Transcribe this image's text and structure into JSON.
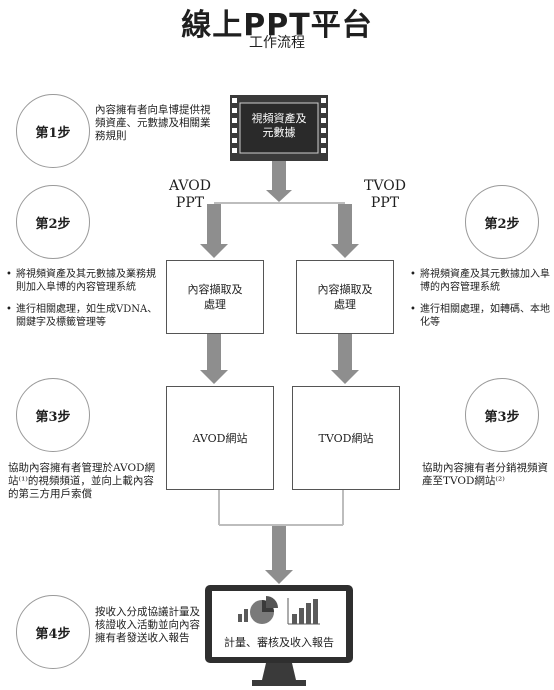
{
  "header": {
    "title": "線上PPT平台",
    "subtitle": "工作流程"
  },
  "source": {
    "label_line1": "視頻資產及",
    "label_line2": "元數據"
  },
  "columns": {
    "avod": {
      "line1": "AVOD",
      "line2": "PPT"
    },
    "tvod": {
      "line1": "TVOD",
      "line2": "PPT"
    }
  },
  "steps": {
    "step1": {
      "label": "第1步",
      "text": "內容擁有者向阜博提供視頻資產、元數據及相關業務規則"
    },
    "step2_left": {
      "label": "第2步",
      "bullets": [
        "將視頻資產及其元數據及業務規則加入阜博的內容管理系統",
        "進行相關處理，如生成VDNA、關鍵字及標籤管理等"
      ]
    },
    "step2_right": {
      "label": "第2步",
      "bullets": [
        "將視頻資產及其元數據加入阜博的內容管理系統",
        "進行相關處理，如轉碼、本地化等"
      ]
    },
    "step3_left": {
      "label": "第3步",
      "text": "協助內容擁有者管理於AVOD網站⁽¹⁾的視頻頻道，並向上載內容的第三方用戶索償"
    },
    "step3_right": {
      "label": "第3步",
      "text": "協助內容擁有者分銷視頻資產至TVOD網站⁽²⁾"
    },
    "step4": {
      "label": "第4步",
      "text": "按收入分成協議計量及核證收入活動並向內容擁有者發送收入報告"
    }
  },
  "boxes": {
    "ingest_avod_line1": "內容擷取及",
    "ingest_avod_line2": "處理",
    "ingest_tvod_line1": "內容擷取及",
    "ingest_tvod_line2": "處理",
    "avod_site": "AVOD網站",
    "tvod_site": "TVOD網站"
  },
  "monitor": {
    "label": "計量、審核及收入報告",
    "icons": [
      "pie-chart-icon",
      "bar-chart-icon"
    ]
  },
  "colors": {
    "arrow": "#8e8e8e",
    "line": "#bdbdbd",
    "media_dark": "#3a3a3a"
  }
}
